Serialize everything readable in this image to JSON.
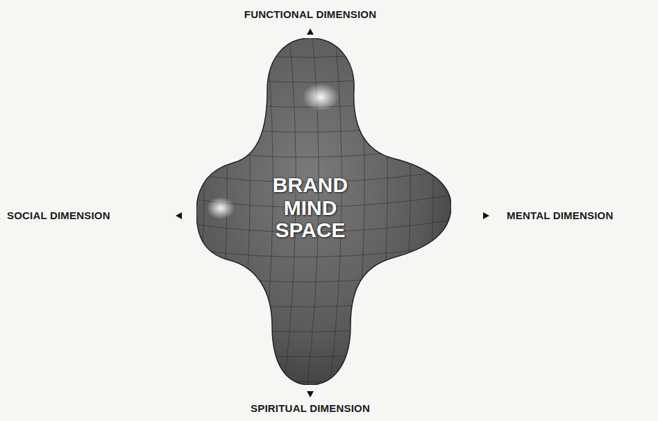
{
  "diagram": {
    "nodes": [
      {
        "text": [
          "BRAND MIND SPACE"
        ]
      }
    ],
    "labels": [
      "FUNCTIONAL DIMENSION",
      "SOCIAL DIMENSION",
      "MENTAL DIMENSION",
      "SPIRITUAL DIMENSION"
    ]
  }
}
